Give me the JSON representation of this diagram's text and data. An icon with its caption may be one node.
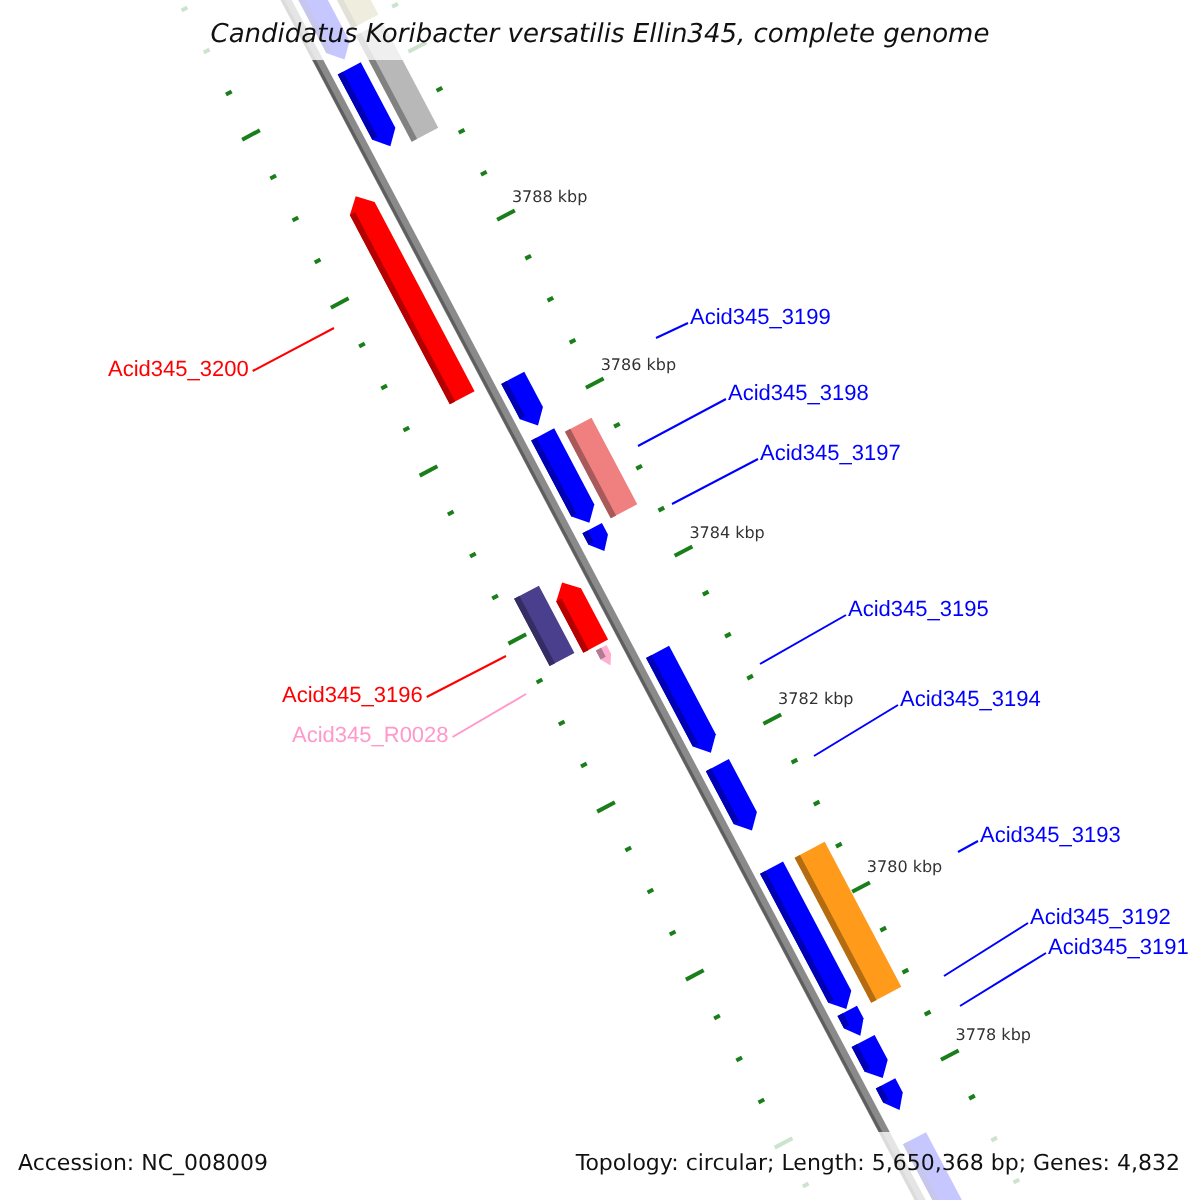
{
  "diagram": {
    "title": "Candidatus Koribacter versatilis Ellin345, complete genome",
    "nodes": [
      {
        "text": [
          "Acid345_3199"
        ]
      },
      {
        "text": [
          "Acid345_3200"
        ]
      },
      {
        "text": [
          "Acid345_3198"
        ]
      },
      {
        "text": [
          "Acid345_3197"
        ]
      },
      {
        "text": [
          "Acid345_3195"
        ]
      },
      {
        "text": [
          "Acid345_3196"
        ]
      },
      {
        "text": [
          "Acid345_3194"
        ]
      },
      {
        "text": [
          "Acid345_R0028"
        ]
      },
      {
        "text": [
          "Acid345_3193"
        ]
      },
      {
        "text": [
          "Acid345_3192"
        ]
      },
      {
        "text": [
          "Acid345_3191"
        ]
      }
    ],
    "edges": [
      {
        "from": 0,
        "to": null,
        "arrow": "none"
      },
      {
        "from": 1,
        "to": null,
        "arrow": "none",
        "color": "#ff0000"
      },
      {
        "from": 2,
        "to": null,
        "arrow": "none"
      },
      {
        "from": 3,
        "to": null,
        "arrow": "none"
      },
      {
        "from": 4,
        "to": null,
        "arrow": "none"
      },
      {
        "from": 5,
        "to": null,
        "arrow": "none",
        "color": "#ff0000"
      },
      {
        "from": 6,
        "to": null,
        "arrow": "none"
      },
      {
        "from": 7,
        "to": null,
        "arrow": "none",
        "color": "#ff99cc"
      },
      {
        "from": 8,
        "to": null,
        "arrow": "none"
      },
      {
        "from": 9,
        "to": null,
        "arrow": "none"
      },
      {
        "from": 10,
        "to": null,
        "arrow": "none"
      }
    ],
    "labels": [
      "3788 kbp",
      "3786 kbp",
      "3784 kbp",
      "3782 kbp",
      "3780 kbp",
      "3778 kbp",
      "Accession: NC_008009",
      "Topology: circular; Length: 5,650,368 bp; Genes: 4,832"
    ]
  }
}
